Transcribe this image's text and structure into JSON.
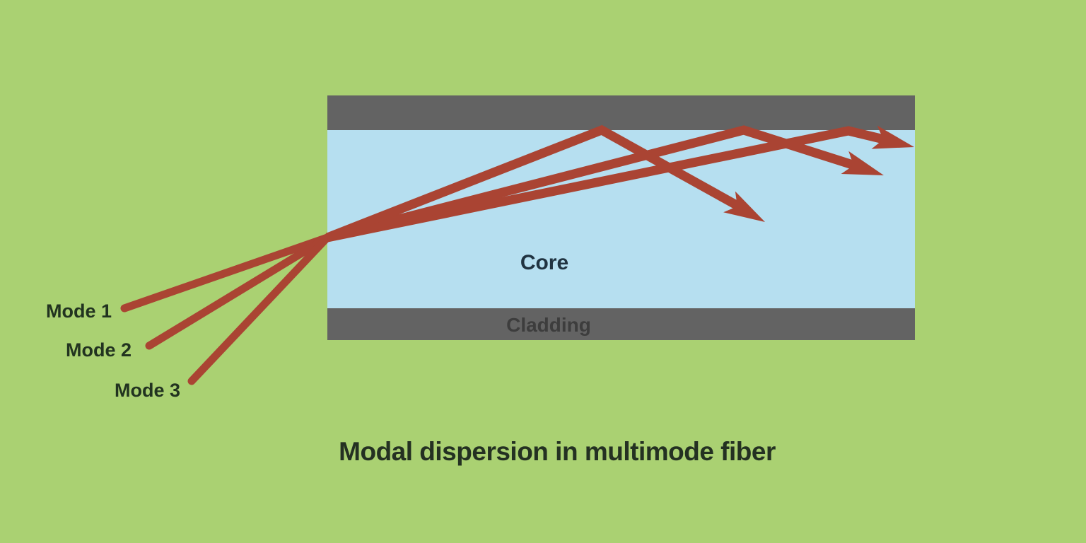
{
  "title": "Modal dispersion in multimode fiber",
  "fiber": {
    "core_label": "Core",
    "cladding_label": "Cladding"
  },
  "modes": [
    {
      "label": "Mode 1"
    },
    {
      "label": "Mode 2"
    },
    {
      "label": "Mode 3"
    }
  ],
  "colors": {
    "background": "#aad172",
    "core": "#b6dff0",
    "cladding": "#636363",
    "ray": "#aa4433",
    "mode_text": "#223320",
    "core_text": "#203341",
    "cladding_text": "#3d3d3d",
    "title_text": "#243122"
  }
}
